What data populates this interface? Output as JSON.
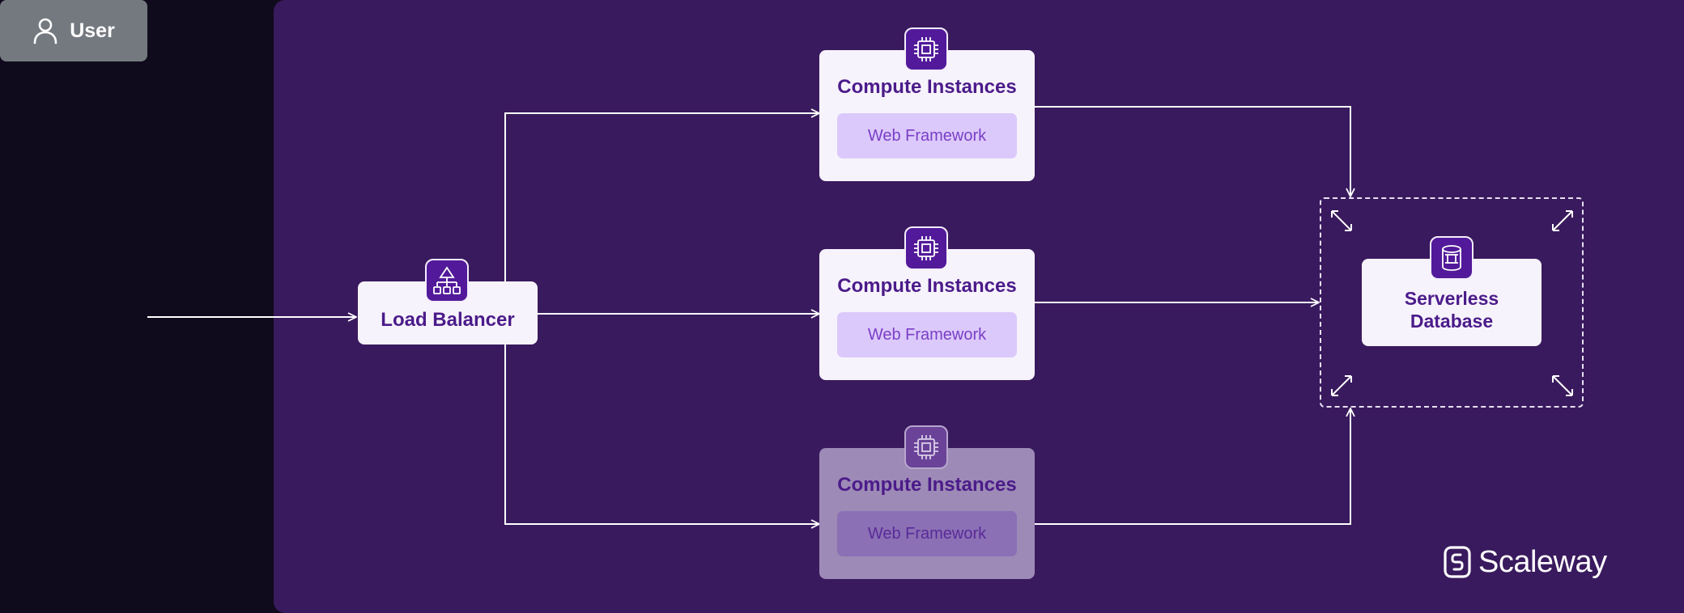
{
  "user": {
    "label": "User",
    "icon": "user-icon"
  },
  "load_balancer": {
    "label": "Load Balancer",
    "icon": "load-balancer-icon"
  },
  "compute_instances": [
    {
      "title": "Compute Instances",
      "subtitle": "Web Framework",
      "icon": "cpu-chip-icon",
      "dimmed": false
    },
    {
      "title": "Compute Instances",
      "subtitle": "Web Framework",
      "icon": "cpu-chip-icon",
      "dimmed": false
    },
    {
      "title": "Compute Instances",
      "subtitle": "Web Framework",
      "icon": "cpu-chip-icon",
      "dimmed": true
    }
  ],
  "database": {
    "line1": "Serverless",
    "line2": "Database",
    "icon": "database-icon"
  },
  "brand": {
    "name": "Scaleway",
    "icon": "scaleway-logo-icon"
  },
  "colors": {
    "background": "#100b1c",
    "panel": "#3a1a5e",
    "card": "#f7f3fc",
    "accent": "#521a9a",
    "text_accent": "#4b1b8a",
    "user_node": "#747980"
  }
}
